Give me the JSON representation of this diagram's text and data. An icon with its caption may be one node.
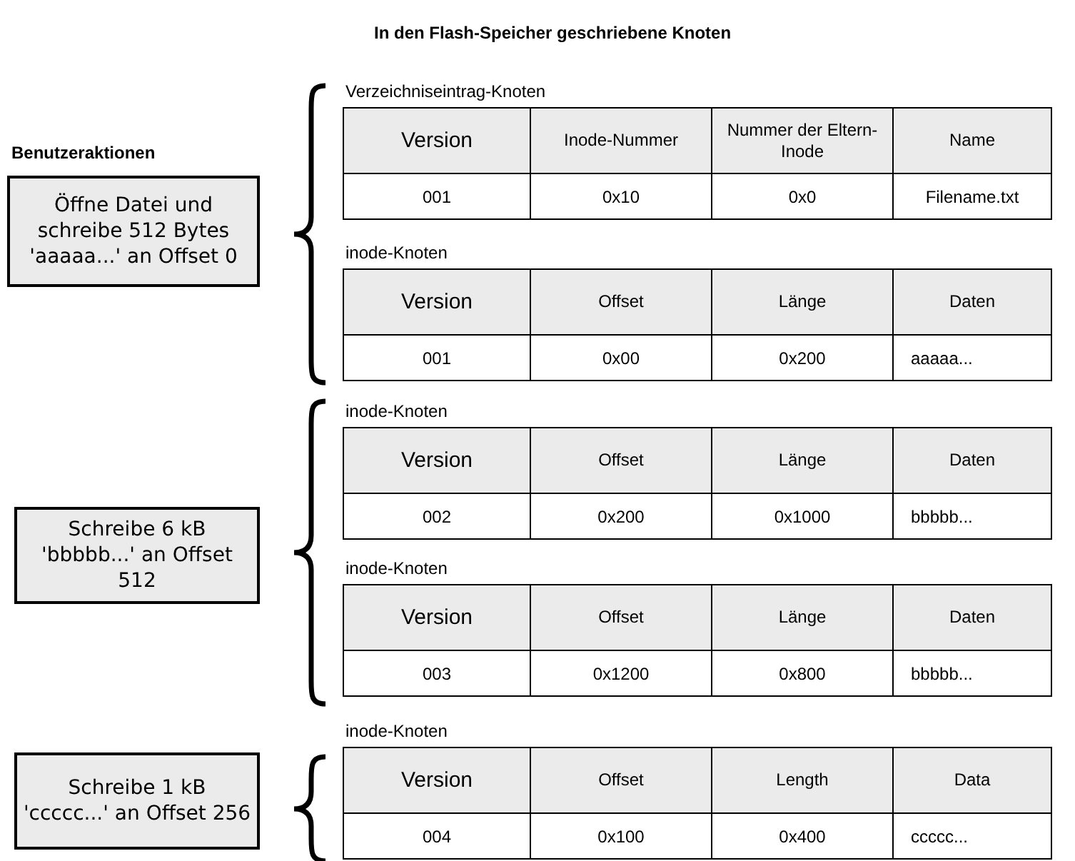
{
  "diagram": {
    "title": "In den Flash-Speicher geschriebene Knoten",
    "nodes": [
      {
        "text": [
          "Öffne Datei und schreibe 512 Bytes 'aaaaa...' an Offset 0"
        ]
      },
      {
        "text": [
          "Schreibe 6 kB 'bbbbb...' an Offset 512"
        ]
      },
      {
        "text": [
          "Schreibe 1 kB 'ccccc...' an Offset 256"
        ]
      },
      {
        "text": [
          "Verzeichniseintrag-Knoten",
          "Version",
          "Inode-Nummer",
          "Nummer der Eltern-Inode",
          "Name",
          "001",
          "0x10",
          "0x0",
          "Filename.txt"
        ]
      },
      {
        "text": [
          "inode-Knoten",
          "Version",
          "Offset",
          "Länge",
          "Daten",
          "001",
          "0x00",
          "0x200",
          "aaaaa..."
        ]
      },
      {
        "text": [
          "inode-Knoten",
          "Version",
          "Offset",
          "Länge",
          "Daten",
          "002",
          "0x200",
          "0x1000",
          "bbbbb..."
        ]
      },
      {
        "text": [
          "inode-Knoten",
          "Version",
          "Offset",
          "Länge",
          "Daten",
          "003",
          "0x1200",
          "0x800",
          "bbbbb..."
        ]
      },
      {
        "text": [
          "inode-Knoten",
          "Version",
          "Offset",
          "Length",
          "Data",
          "004",
          "0x100",
          "0x400",
          "ccccc..."
        ]
      }
    ],
    "labels": [
      "Benutzeraktionen"
    ]
  }
}
